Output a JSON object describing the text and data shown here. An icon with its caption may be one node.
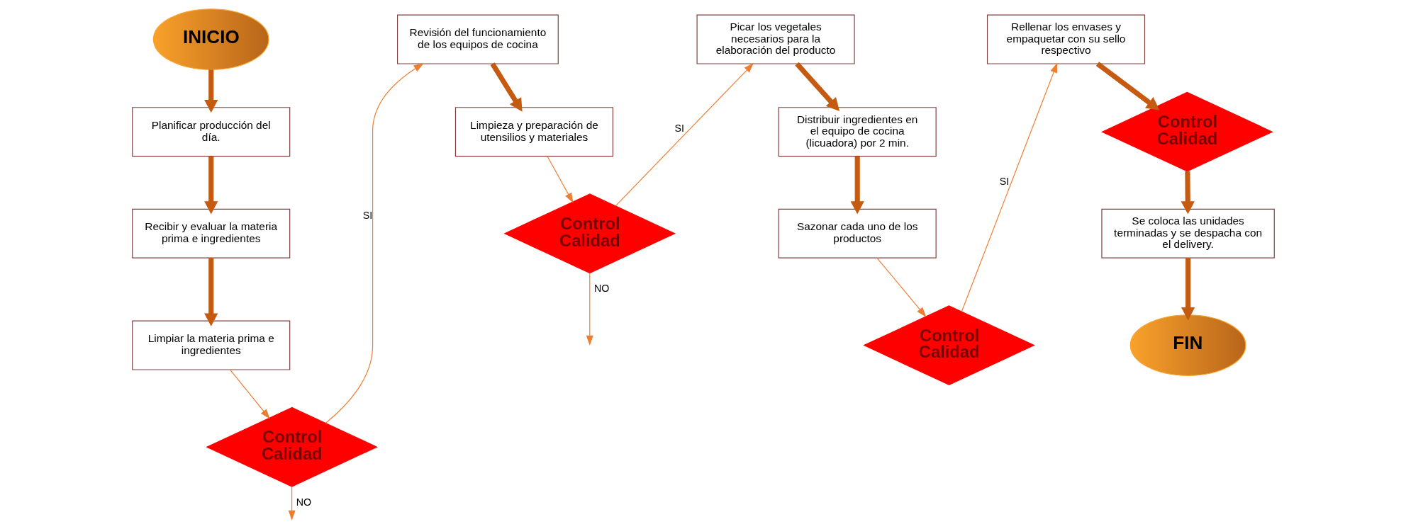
{
  "diagram": {
    "nodes": [
      {
        "text": [
          "INICIO"
        ]
      },
      {
        "text": [
          "Planificar producción del día."
        ]
      },
      {
        "text": [
          "Recibir y evaluar la materia prima e ingredientes"
        ]
      },
      {
        "text": [
          "Limpiar la materia prima e ingredientes"
        ]
      },
      {
        "text": [
          "Control Calidad"
        ]
      },
      {
        "text": [
          "Revisión del funcionamiento de los equipos de cocina"
        ]
      },
      {
        "text": [
          "Limpieza y preparación de utensilios y materiales"
        ]
      },
      {
        "text": [
          "Control Calidad"
        ]
      },
      {
        "text": [
          "Picar los vegetales necesarios para la elaboración del producto"
        ]
      },
      {
        "text": [
          "Distribuir ingredientes en el equipo de cocina (licuadora) por 2 min."
        ]
      },
      {
        "text": [
          "Sazonar cada uno de los productos"
        ]
      },
      {
        "text": [
          "Control Calidad"
        ]
      },
      {
        "text": [
          "Rellenar los envases y empaquetar con su sello respectivo"
        ]
      },
      {
        "text": [
          "Control Calidad"
        ]
      },
      {
        "text": [
          "Se coloca las unidades terminadas y se despacha con el delivery."
        ]
      },
      {
        "text": [
          "FIN"
        ]
      }
    ],
    "edges": [
      {
        "from": 0,
        "to": 1,
        "arrow": "to"
      },
      {
        "from": 1,
        "to": 2,
        "arrow": "to"
      },
      {
        "from": 2,
        "to": 3,
        "arrow": "to"
      },
      {
        "from": 3,
        "to": 4,
        "arrow": "to",
        "color": "#ed7d31"
      },
      {
        "from": 4,
        "to": 5,
        "arrow": "to",
        "label": "SI",
        "color": "#ed7d31"
      },
      {
        "from": 4,
        "to": null,
        "arrow": "to",
        "label": "NO",
        "color": "#ed7d31"
      },
      {
        "from": 5,
        "to": 6,
        "arrow": "to"
      },
      {
        "from": 6,
        "to": 7,
        "arrow": "to",
        "color": "#ed7d31"
      },
      {
        "from": 7,
        "to": 8,
        "arrow": "to",
        "label": "SI",
        "color": "#ed7d31"
      },
      {
        "from": 7,
        "to": null,
        "arrow": "to",
        "label": "NO",
        "color": "#ed7d31"
      },
      {
        "from": 8,
        "to": 9,
        "arrow": "to"
      },
      {
        "from": 9,
        "to": 10,
        "arrow": "to"
      },
      {
        "from": 10,
        "to": 11,
        "arrow": "to",
        "color": "#ed7d31"
      },
      {
        "from": 11,
        "to": 12,
        "arrow": "to",
        "label": "SI",
        "color": "#ed7d31"
      },
      {
        "from": 12,
        "to": 13,
        "arrow": "to"
      },
      {
        "from": 13,
        "to": 14,
        "arrow": "to"
      },
      {
        "from": 14,
        "to": 15,
        "arrow": "to"
      }
    ]
  }
}
